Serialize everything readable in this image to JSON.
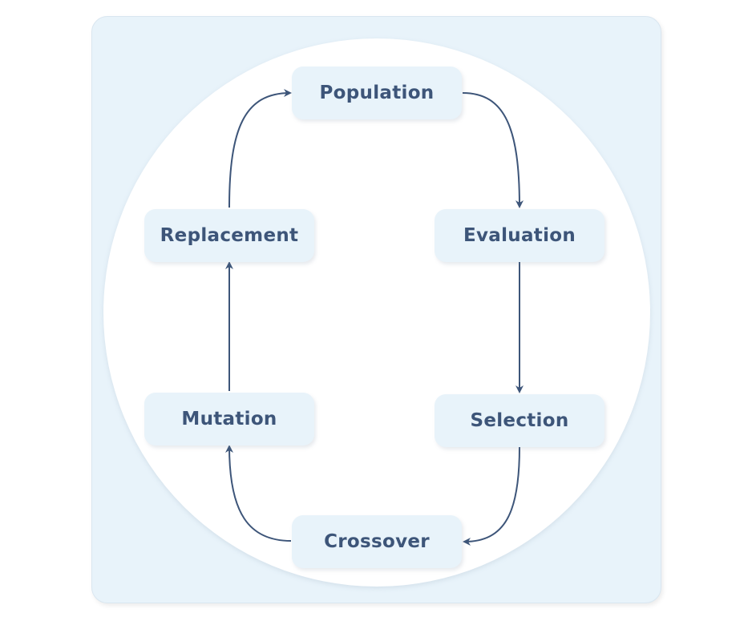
{
  "diagram": {
    "type": "cycle",
    "colors": {
      "panel_background": "#e8f3fa",
      "circle_background": "#ffffff",
      "node_background": "#e8f3fa",
      "node_text": "#3d5579",
      "arrow": "#3d5579"
    },
    "nodes": [
      {
        "id": "population",
        "label": "Population"
      },
      {
        "id": "evaluation",
        "label": "Evaluation"
      },
      {
        "id": "selection",
        "label": "Selection"
      },
      {
        "id": "crossover",
        "label": "Crossover"
      },
      {
        "id": "mutation",
        "label": "Mutation"
      },
      {
        "id": "replacement",
        "label": "Replacement"
      }
    ],
    "edges": [
      {
        "from": "population",
        "to": "evaluation"
      },
      {
        "from": "evaluation",
        "to": "selection"
      },
      {
        "from": "selection",
        "to": "crossover"
      },
      {
        "from": "crossover",
        "to": "mutation"
      },
      {
        "from": "mutation",
        "to": "replacement"
      },
      {
        "from": "replacement",
        "to": "population"
      }
    ]
  }
}
